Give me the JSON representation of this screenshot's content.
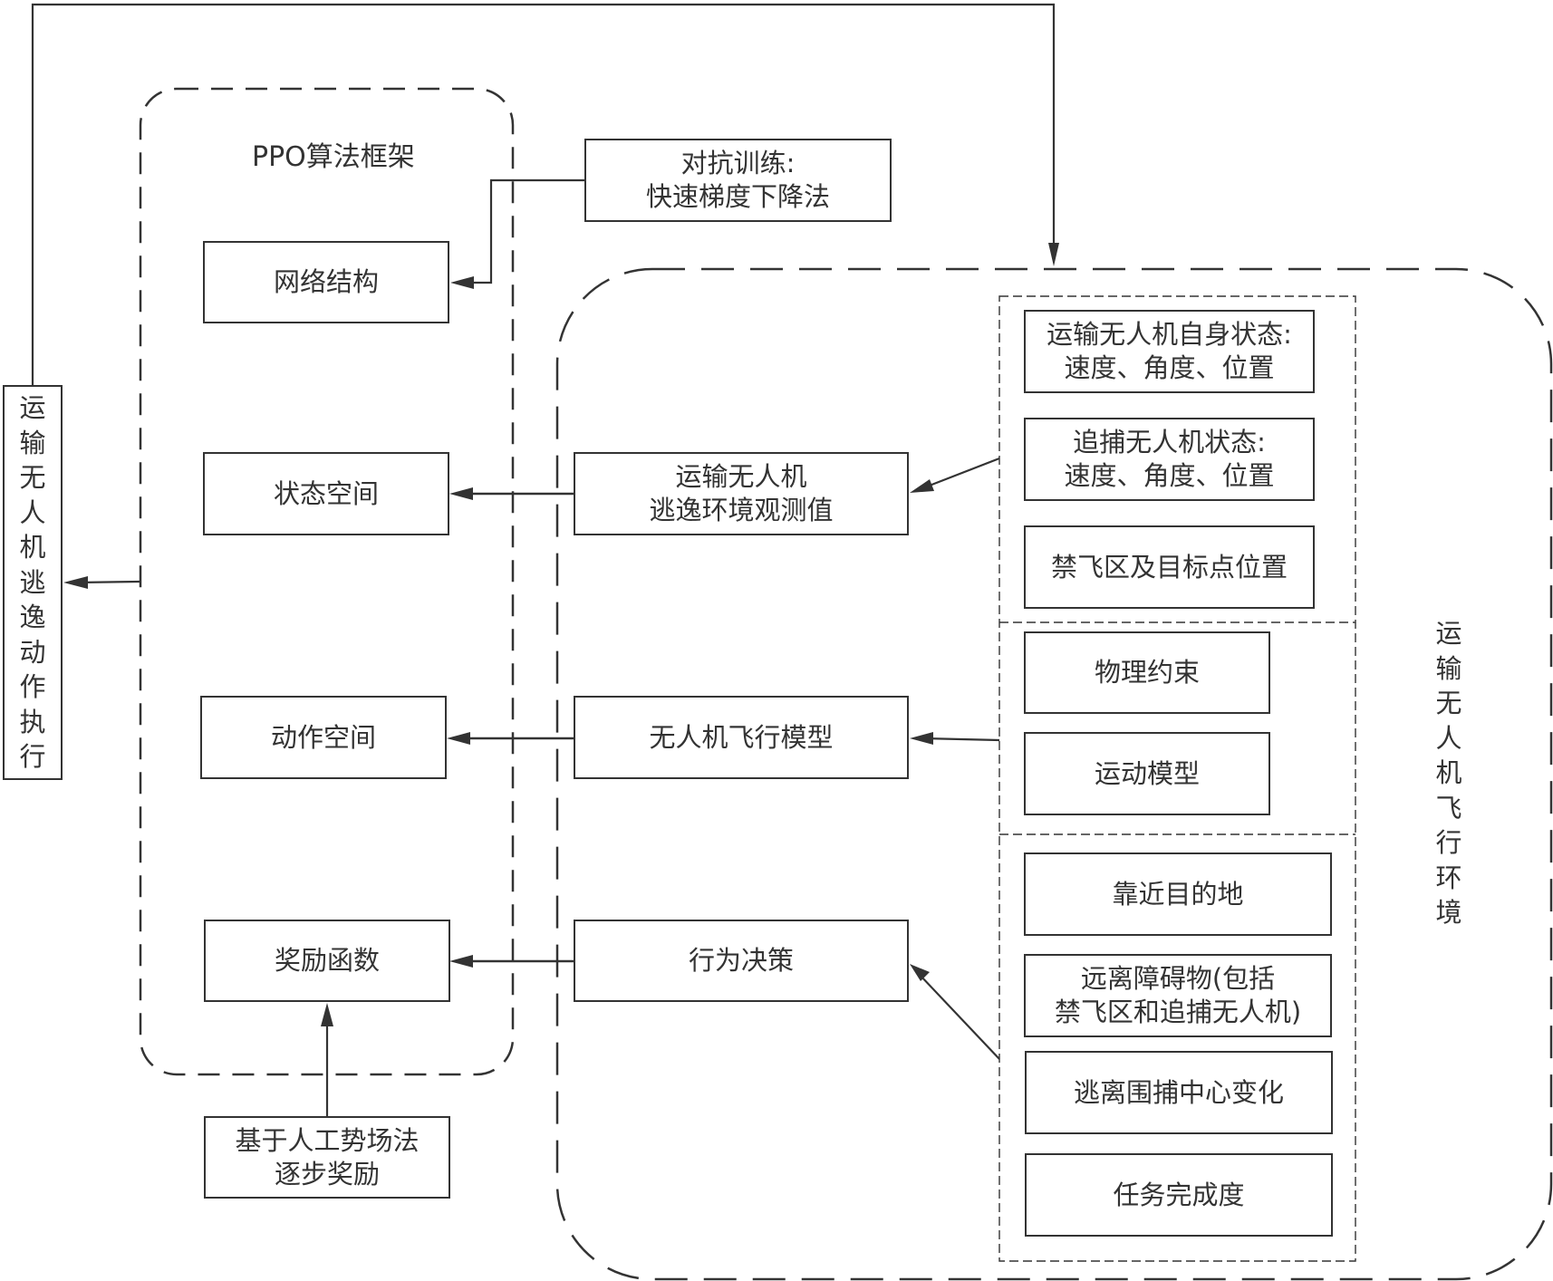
{
  "diagram": {
    "colors": {
      "line": "#333333",
      "background": "#ffffff"
    },
    "ppo_frame": {
      "title": "PPO算法框架",
      "components": {
        "network": "网络结构",
        "state_space": "状态空间",
        "action_space": "动作空间",
        "reward_function": "奖励函数"
      }
    },
    "adversarial_training": {
      "line1": "对抗训练:",
      "line2": "快速梯度下降法"
    },
    "reward_shaping": {
      "line1": "基于人工势场法",
      "line2": "逐步奖励"
    },
    "escape_action": {
      "chars": [
        "运",
        "输",
        "无",
        "人",
        "机",
        "逃",
        "逸",
        "动",
        "作",
        "执",
        "行"
      ]
    },
    "environment": {
      "title_chars": [
        "运",
        "输",
        "无",
        "人",
        "机",
        "飞",
        "行",
        "环",
        "境"
      ],
      "middle": {
        "observation": {
          "line1": "运输无人机",
          "line2": "逃逸环境观测值"
        },
        "flight_model": "无人机飞行模型",
        "decision": "行为决策"
      },
      "observation_items": [
        {
          "line1": "运输无人机自身状态:",
          "line2": "速度、角度、位置"
        },
        {
          "line1": "追捕无人机状态:",
          "line2": "速度、角度、位置"
        },
        {
          "line1": "禁飞区及目标点位置",
          "line2": ""
        }
      ],
      "model_items": [
        "物理约束",
        "运动模型"
      ],
      "decision_items": [
        {
          "line1": "靠近目的地",
          "line2": ""
        },
        {
          "line1": "远离障碍物(包括",
          "line2": "禁飞区和追捕无人机)"
        },
        {
          "line1": "逃离围捕中心变化",
          "line2": ""
        },
        {
          "line1": "任务完成度",
          "line2": ""
        }
      ]
    }
  }
}
